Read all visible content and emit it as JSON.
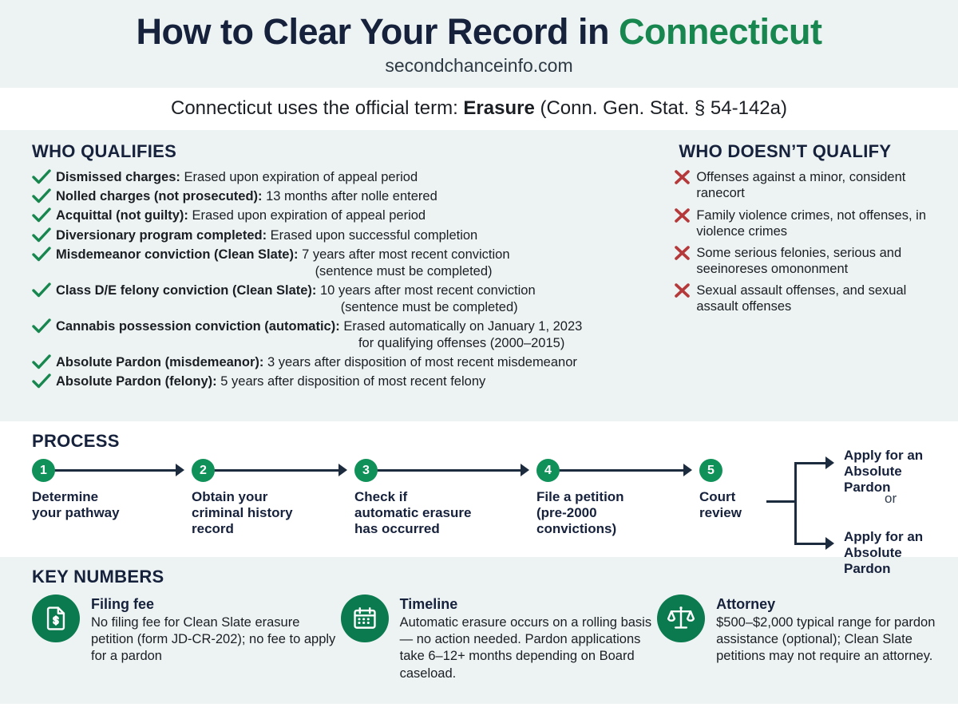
{
  "header": {
    "title_main": "How to Clear Your Record in ",
    "title_accent": "Connecticut",
    "subtitle": "secondchanceinfo.com"
  },
  "term_bar": {
    "prefix": "Connecticut uses the official term: ",
    "term": "Erasure",
    "citation": " (Conn. Gen. Stat. § 54-142a)"
  },
  "qualify": {
    "heading": "WHO QUALIFIES",
    "items": [
      {
        "label": "Dismissed charges:",
        "detail": " Erased upon expiration of appeal period",
        "cont": ""
      },
      {
        "label": "Nolled charges (not prosecuted):",
        "detail": " 13 months after nolle entered",
        "cont": ""
      },
      {
        "label": "Acquittal (not guilty):",
        "detail": " Erased upon expiration of appeal period",
        "cont": ""
      },
      {
        "label": "Diversionary program completed:",
        "detail": " Erased upon successful completion",
        "cont": ""
      },
      {
        "label": "Misdemeanor conviction (Clean Slate):",
        "detail": " 7 years after most recent conviction",
        "cont": "(sentence must be completed)"
      },
      {
        "label": "Class D/E felony conviction (Clean Slate):",
        "detail": " 10 years after most recent conviction",
        "cont": "(sentence must be completed)"
      },
      {
        "label": "Cannabis possession conviction (automatic):",
        "detail": " Erased automatically on January 1, 2023",
        "cont": "for qualifying offenses (2000–2015)"
      },
      {
        "label": "Absolute Pardon (misdemeanor):",
        "detail": " 3 years after disposition of most recent misdemeanor",
        "cont": ""
      },
      {
        "label": "Absolute Pardon (felony):",
        "detail": " 5 years after disposition of most recent felony",
        "cont": ""
      }
    ]
  },
  "disqualify": {
    "heading": "WHO DOESN’T QUALIFY",
    "items": [
      "Offenses against a minor, consident ranecort",
      "Family violence crimes, not offenses, in violence crimes",
      "Some serious felonies, serious and seeinoreses omononment",
      "Sexual assault offenses, and sexual assault offenses"
    ]
  },
  "process": {
    "heading": "PROCESS",
    "steps": [
      {
        "number": "1",
        "label": "Determine\nyour pathway"
      },
      {
        "number": "2",
        "label": "Obtain your\ncriminal history\nrecord"
      },
      {
        "number": "3",
        "label": "Check if\nautomatic erasure\nhas occurred"
      },
      {
        "number": "4",
        "label": "File a petition\n(pre-2000\nconvictions)"
      },
      {
        "number": "5",
        "label": "Court\nreview"
      }
    ],
    "branch": {
      "top_label": "Apply for an\nAbsolute Pardon",
      "or_label": "or",
      "bottom_label": "Apply for an\nAbsolute Pardon"
    }
  },
  "key_numbers": {
    "heading": "KEY NUMBERS",
    "cards": [
      {
        "icon": "document-dollar-icon",
        "title": "Filing fee",
        "text": "No filing fee for Clean Slate erasure petition (form JD-CR-202); no fee to apply for a pardon"
      },
      {
        "icon": "calendar-icon",
        "title": "Timeline",
        "text": "Automatic erasure occurs on a rolling basis — no action needed. Pardon applications take 6–12+ months depending on Board caseload."
      },
      {
        "icon": "scales-of-justice-icon",
        "title": "Attorney",
        "text": "$500–$2,000 typical range for pardon assistance (optional); Clean Slate petitions may not require an attorney."
      }
    ]
  },
  "colors": {
    "brand_green": "#17874f",
    "icon_green": "#0b7a4e",
    "step_green": "#109159",
    "navy": "#16213c",
    "red_x": "#b5393a",
    "band_bg": "#edf2f2"
  }
}
